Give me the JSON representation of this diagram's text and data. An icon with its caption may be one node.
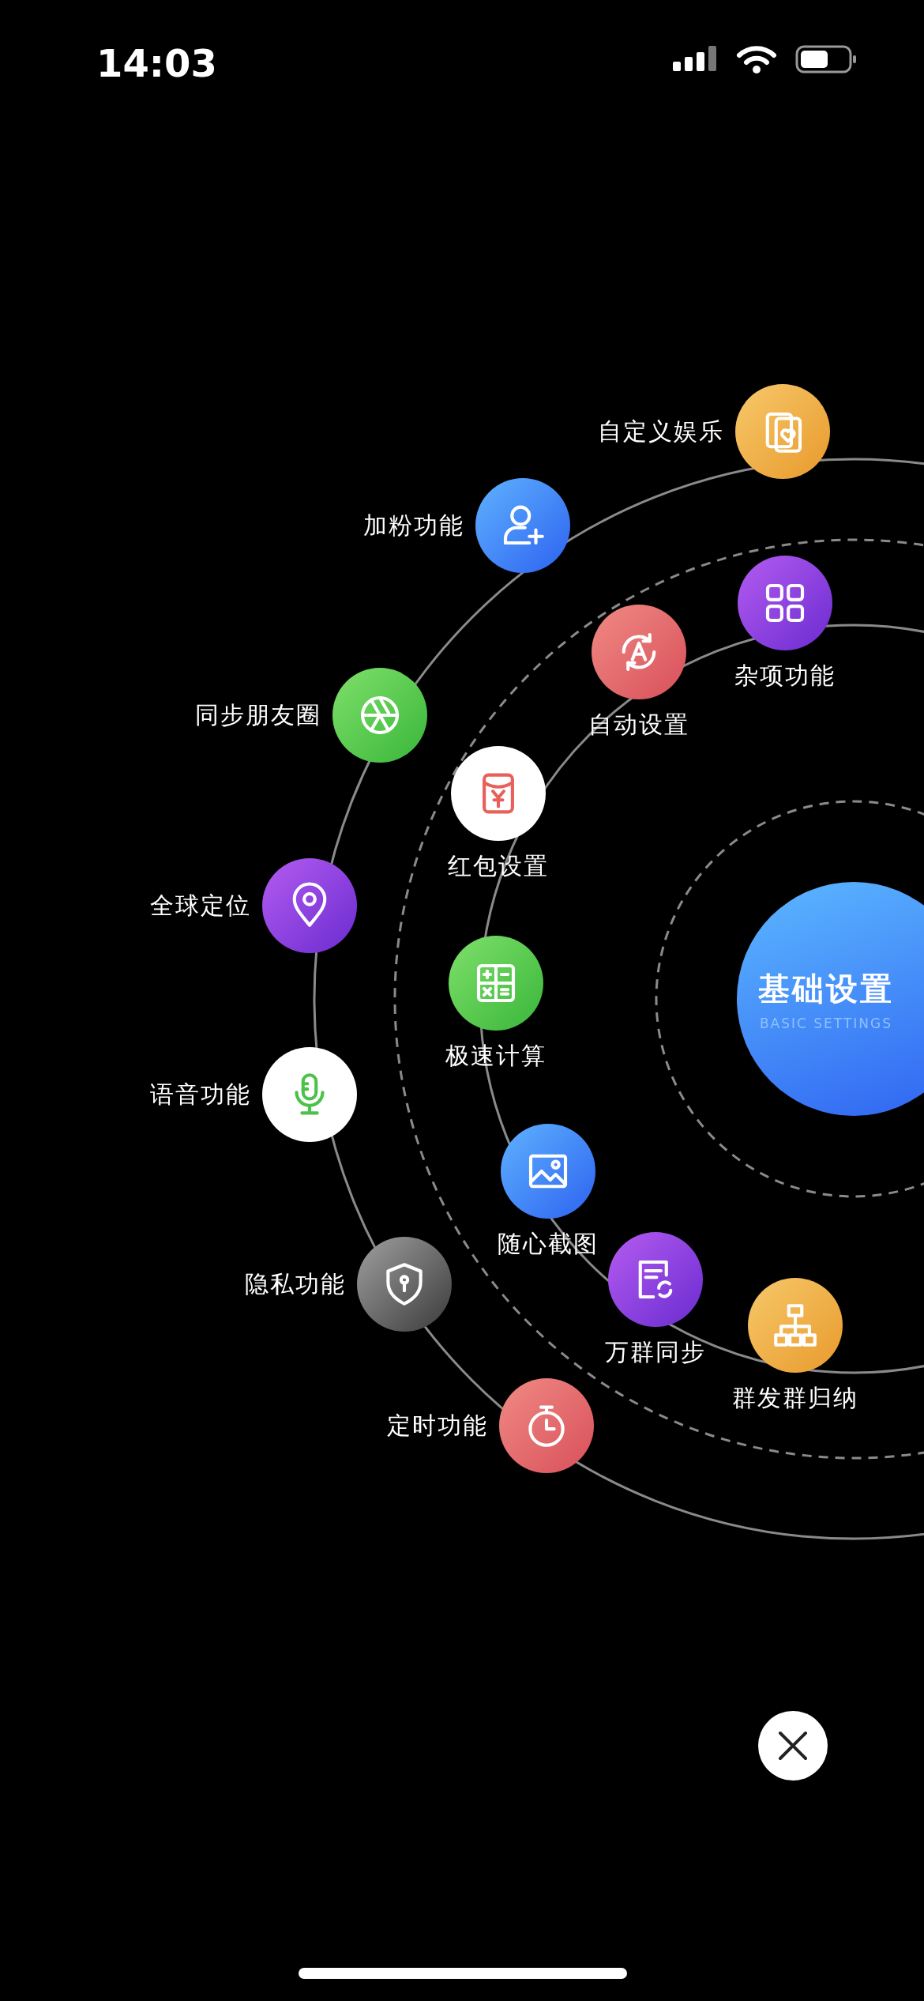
{
  "diagram": {
    "nodes": [
      {
        "text": [
          "自定义娱乐"
        ]
      },
      {
        "text": [
          "加粉功能"
        ]
      },
      {
        "text": [
          "杂项功能"
        ]
      },
      {
        "text": [
          "自动设置"
        ]
      },
      {
        "text": [
          "同步朋友圈"
        ]
      },
      {
        "text": [
          "红包设置"
        ]
      },
      {
        "text": [
          "全球定位"
        ]
      },
      {
        "text": [
          "极速计算"
        ]
      },
      {
        "text": [
          "基础设置",
          "BASIC SETTINGS"
        ]
      },
      {
        "text": [
          "语音功能"
        ]
      },
      {
        "text": [
          "随心截图"
        ]
      },
      {
        "text": [
          "隐私功能"
        ]
      },
      {
        "text": [
          "万群同步"
        ]
      },
      {
        "text": [
          "群发群归纳"
        ]
      },
      {
        "text": [
          "定时功能"
        ]
      },
      {
        "text": [],
        "shape": "bar"
      }
    ],
    "labels": [
      "14:03"
    ]
  }
}
